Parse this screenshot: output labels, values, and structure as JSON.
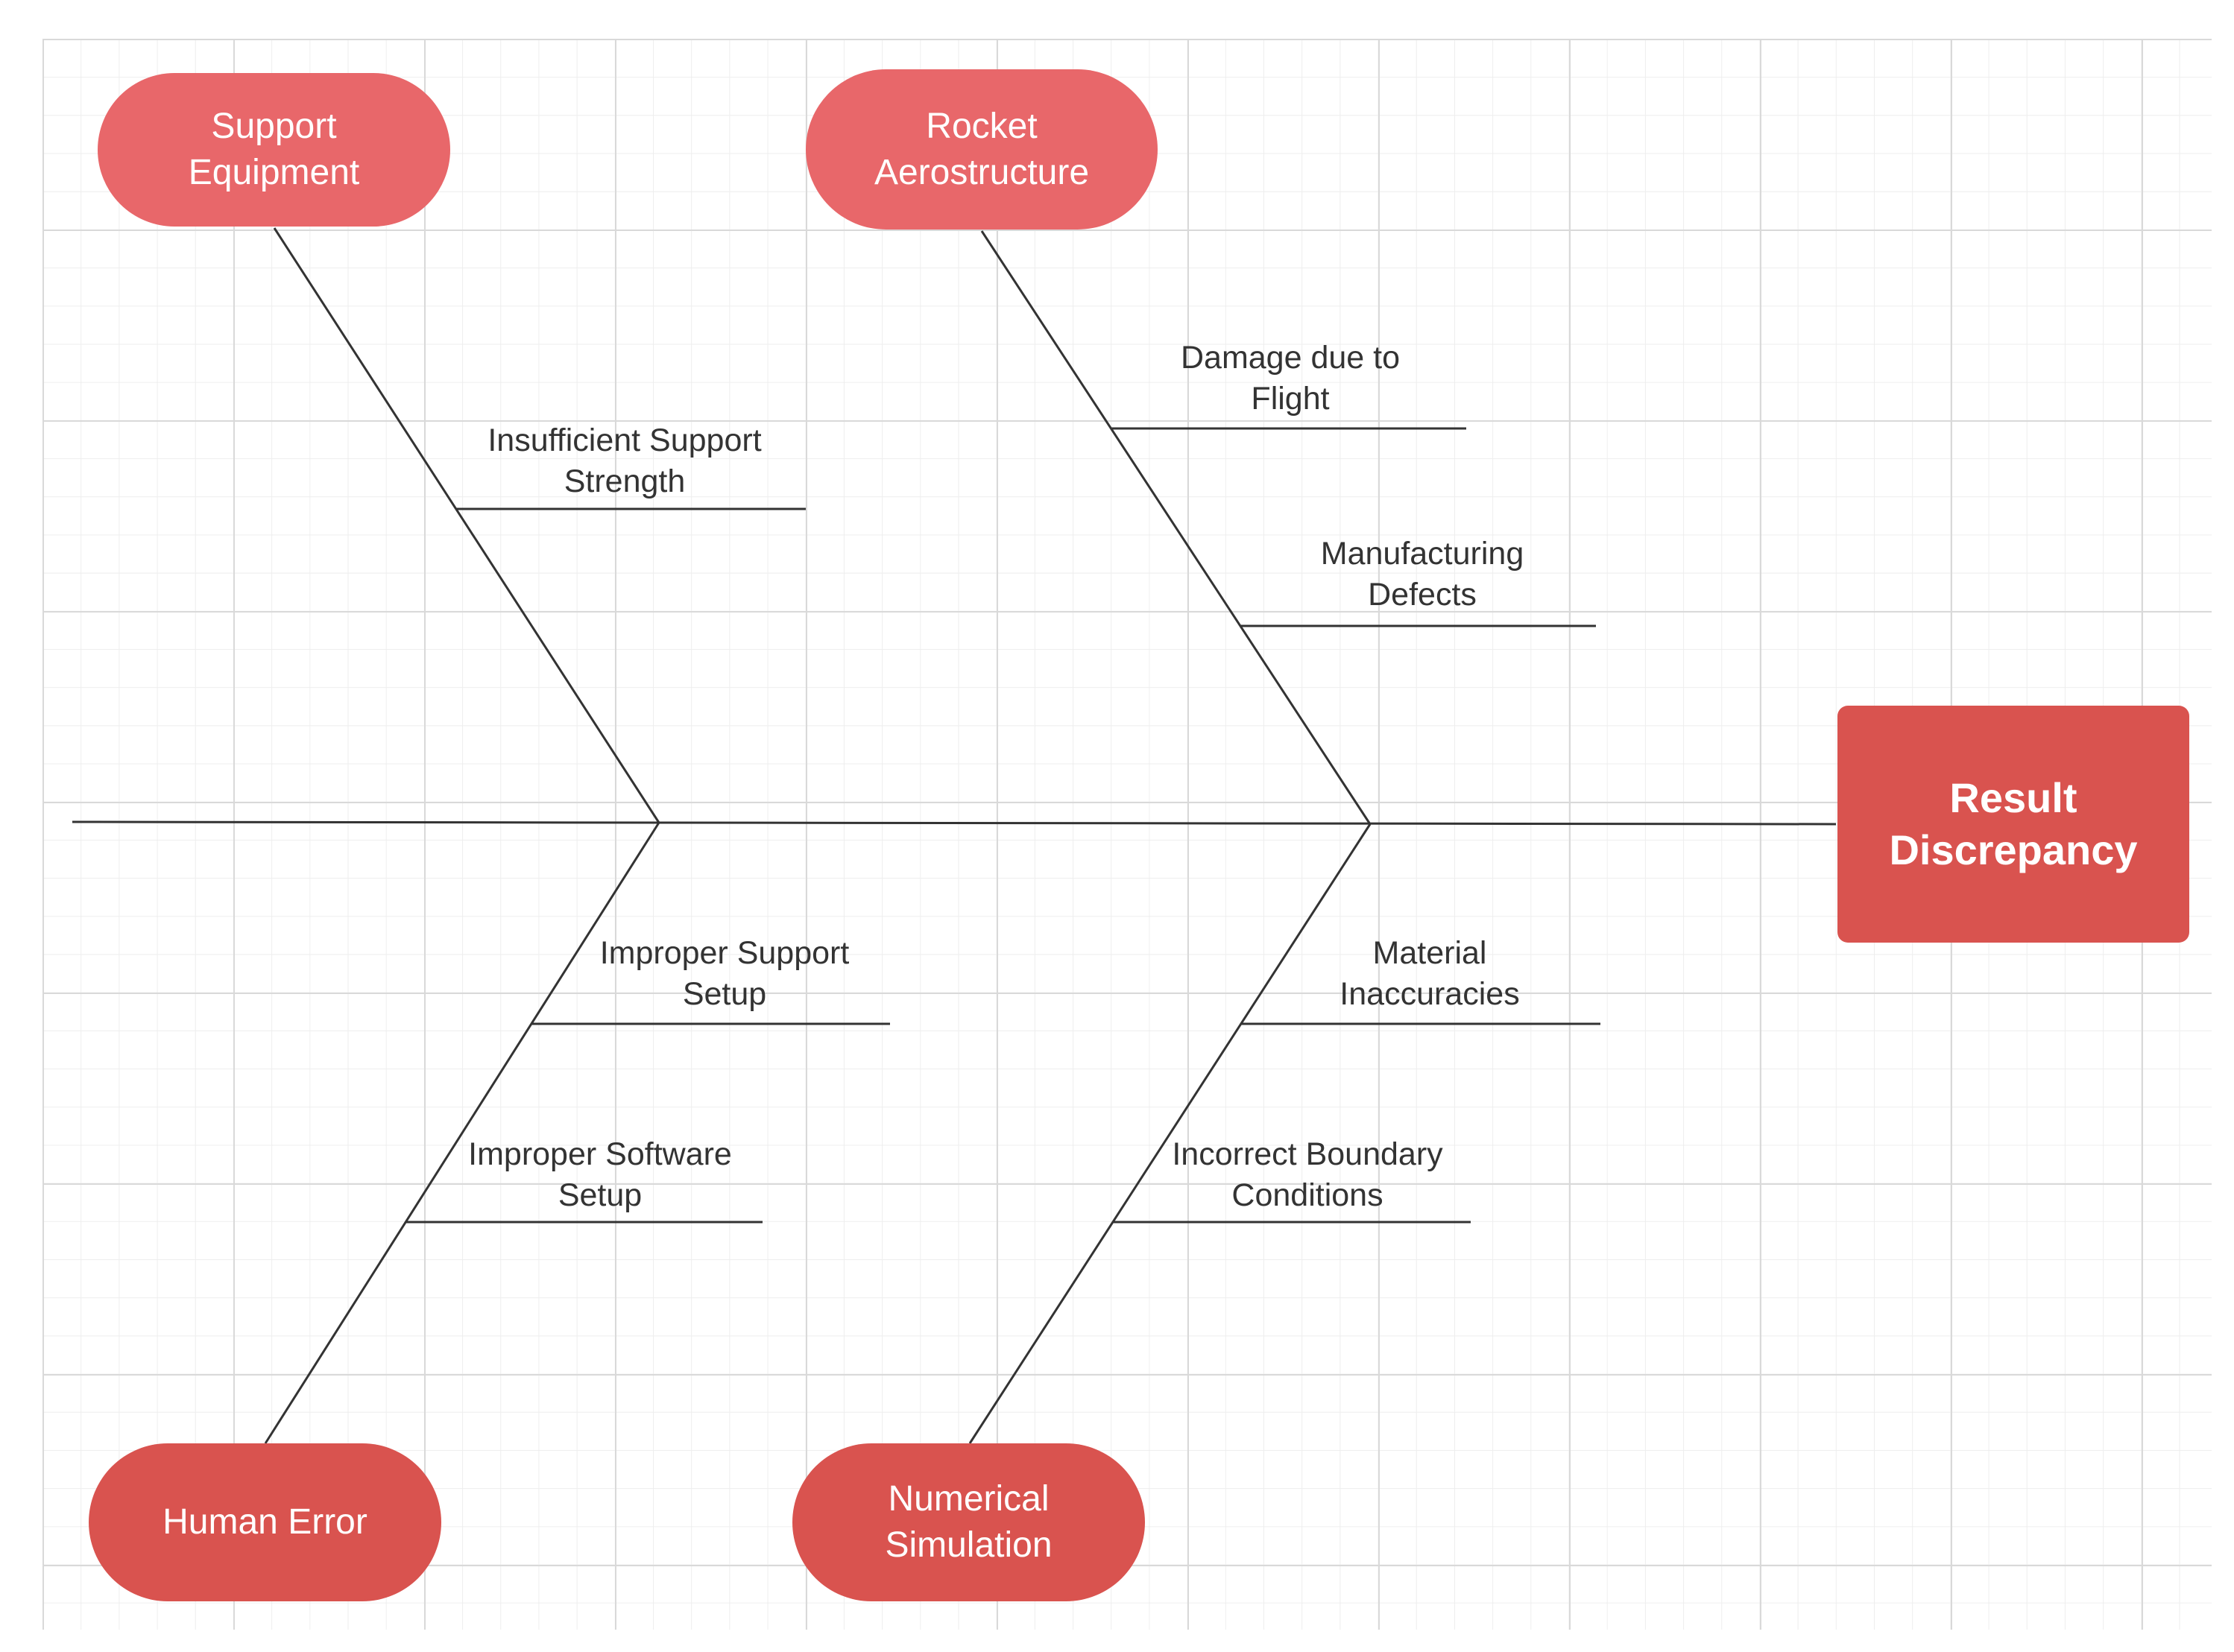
{
  "colors": {
    "cause_fill": "#e8676a",
    "cause_fill_bottom": "#d9534f",
    "effect_fill": "#d9534f",
    "line": "#333333",
    "grid": "#d9d9d9"
  },
  "effect": {
    "label": "Result\nDiscrepancy"
  },
  "causes": {
    "support_equipment": {
      "label": "Support\nEquipment",
      "sub_causes": [
        "Insufficient Support\nStrength"
      ]
    },
    "rocket_aerostructure": {
      "label": "Rocket\nAerostructure",
      "sub_causes": [
        "Damage due to\nFlight",
        "Manufacturing\nDefects"
      ]
    },
    "human_error": {
      "label": "Human Error",
      "sub_causes": [
        "Improper Support\nSetup",
        "Improper Software\nSetup"
      ]
    },
    "numerical_simulation": {
      "label": "Numerical\nSimulation",
      "sub_causes": [
        "Material\nInaccuracies",
        "Incorrect Boundary\nConditions"
      ]
    }
  }
}
